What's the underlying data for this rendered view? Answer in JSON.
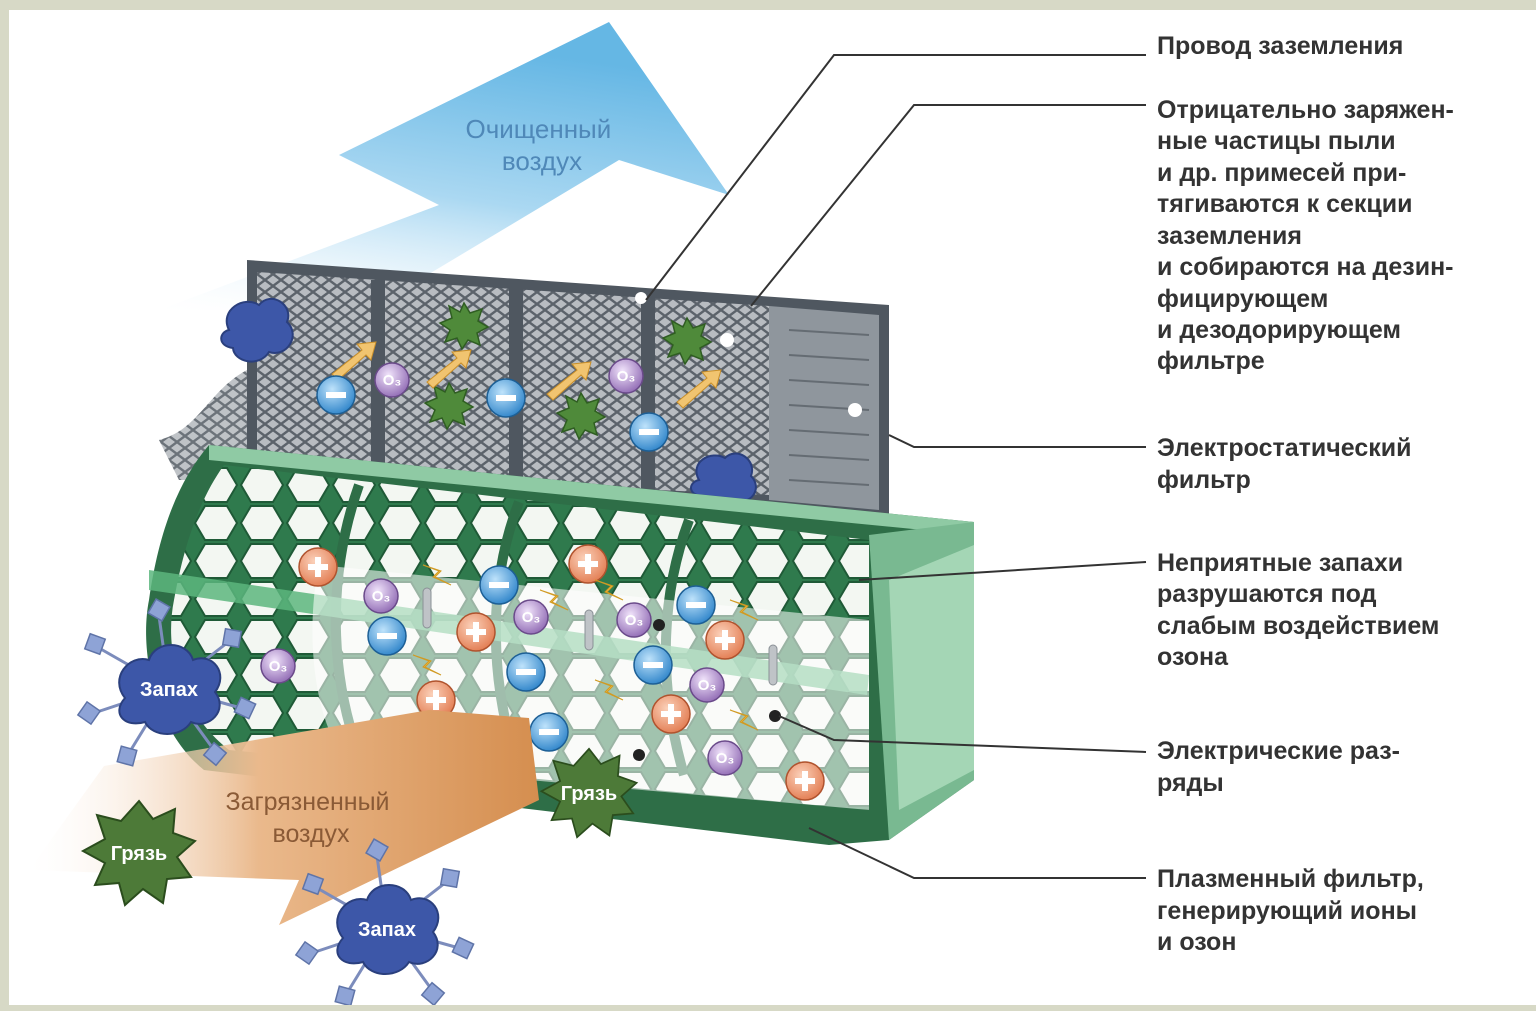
{
  "arrows": {
    "clean_air": [
      "Очищенный",
      "воздух"
    ],
    "dirty_air": [
      "Загрязненный",
      "воздух"
    ]
  },
  "tags": {
    "smell_1": "Запах",
    "smell_2": "Запах",
    "dirt_1": "Грязь",
    "dirt_2": "Грязь"
  },
  "ion_labels": {
    "ozone": "O₃"
  },
  "callouts": [
    {
      "lines": [
        "Провод заземления"
      ]
    },
    {
      "lines": [
        "Отрицательно заряжен-",
        "ные частицы пыли",
        "и др. примесей при-",
        "тягиваются к секции",
        "заземления",
        "и собираются на дезин-",
        "фицирующем",
        "и дезодорирующем",
        "фильтре"
      ]
    },
    {
      "lines": [
        "Электростатический",
        "фильтр"
      ]
    },
    {
      "lines": [
        "Неприятные запахи",
        "разрушаются под",
        "слабым воздействием",
        "озона"
      ]
    },
    {
      "lines": [
        "Электрические раз-",
        "ряды"
      ]
    },
    {
      "lines": [
        "Плазменный фильтр,",
        "генерирующий ионы",
        "и озон"
      ]
    }
  ],
  "colors": {
    "clean_arrow": "#7cc0e6",
    "dirty_arrow": "#d99a63",
    "filter_frame": "#5d646c",
    "plasma_green": "#7fbf98",
    "negative_ion": "#2c83c9",
    "positive_ion": "#e27b50",
    "ozone": "#8f69b3"
  }
}
